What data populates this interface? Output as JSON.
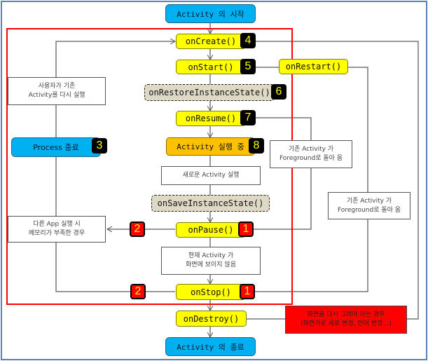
{
  "title": "Android Activity Lifecycle",
  "colors": {
    "start_end": "#00b0f0",
    "callback": "#ffff00",
    "running": "#ffc000",
    "optional_callback": "#ddd9c4",
    "highlight_frame": "#ff0000",
    "outer_frame": "#5b82b5",
    "badge_black": "#000000",
    "badge_red": "#ff0000",
    "badge_text": "#ffff00"
  },
  "nodes": {
    "activity_start": "Activity 의 시작",
    "on_create": "onCreate()",
    "on_start": "onStart()",
    "on_restart": "onRestart()",
    "on_restore_instance_state": "onRestoreInstanceState()",
    "on_resume": "onResume()",
    "activity_running": "Activity 실행 중",
    "new_activity": "새로운 Activity 실행",
    "on_save_instance_state": "onSaveInstanceState()",
    "on_pause": "onPause()",
    "not_visible": [
      "현재 Activity 가",
      "화면에 보이지 않음"
    ],
    "on_stop": "onStop()",
    "on_destroy": "onDestroy()",
    "activity_end": "Activity 의 종료",
    "process_killed": "Process 종료",
    "user_relaunch": [
      "사용자가 기존",
      "Activity를 다시 실행"
    ],
    "low_memory": [
      "다른 App 실행 시",
      "메모리가 부족한 경우"
    ],
    "foreground_1": [
      "기존 Activity 가",
      "Foreground로 돌아 옴"
    ],
    "foreground_2": [
      "기존 Activity 가",
      "Foreground로 돌아 옴"
    ],
    "redraw": [
      "화면을 다시 그려야 하는 경우",
      "(화면가로 세로 변경, 언어 변경…)"
    ]
  },
  "badges": {
    "on_create": "4",
    "on_start": "5",
    "on_restore_instance_state": "6",
    "on_resume": "7",
    "activity_running": "8",
    "process_killed": "3",
    "on_pause_left": "2",
    "on_pause_right": "1",
    "on_stop_left": "2",
    "on_stop_right": "1"
  }
}
